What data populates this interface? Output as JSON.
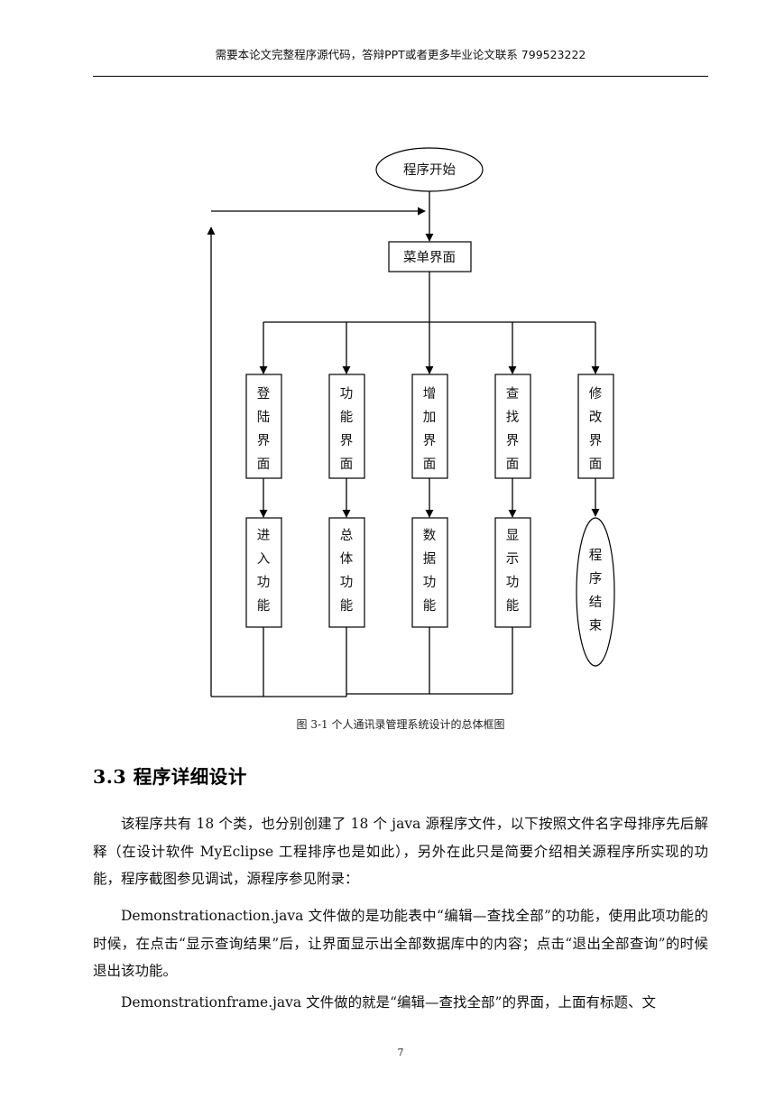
{
  "header": {
    "text": "需要本论文完整程序源代码，答辩PPT或者更多毕业论文联系 799523222"
  },
  "diagram": {
    "start": "程序开始",
    "menu": "菜单界面",
    "screens": [
      "登陆界面",
      "功能界面",
      "增加界面",
      "查找界面",
      "修改界面"
    ],
    "functions": [
      "进入功能",
      "总体功能",
      "数据功能",
      "显示功能"
    ],
    "end": "程序结束"
  },
  "figure": {
    "caption": "图 3-1 个人通讯录管理系统设计的总体框图"
  },
  "section": {
    "title": "3.3 程序详细设计"
  },
  "paragraphs": [
    "该程序共有 18 个类，也分别创建了 18 个 java 源程序文件，以下按照文件名字母排序先后解释（在设计软件 MyEclipse 工程排序也是如此），另外在此只是简要介绍相关源程序所实现的功能，程序截图参见调试，源程序参见附录：",
    "Demonstrationaction.java 文件做的是功能表中“编辑—查找全部”的功能，使用此项功能的时候，在点击“显示查询结果”后，让界面显示出全部数据库中的内容；点击“退出全部查询”的时候退出该功能。",
    "Demonstrationframe.java 文件做的就是“编辑—查找全部”的界面，上面有标题、文"
  ],
  "page_number": "7"
}
